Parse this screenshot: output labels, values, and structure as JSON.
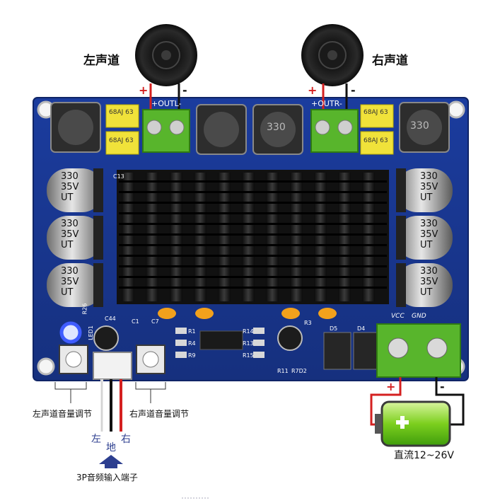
{
  "speakers": {
    "left_label": "左声道",
    "right_label": "右声道",
    "left_plus": "+",
    "left_minus": "-",
    "right_plus": "+",
    "right_minus": "-"
  },
  "board": {
    "out_left": "+OUTL-",
    "out_right": "+OUTR-",
    "inductor_text": "330",
    "cap_top": "68AJ 63",
    "cap_bottom": "68AJ 63",
    "elec_cap": [
      "330",
      "35V",
      "UT"
    ],
    "vcc": "VCC",
    "gnd": "GND",
    "resistor_labels": [
      "R1",
      "R4",
      "R9",
      "R14",
      "R13",
      "R15",
      "R3",
      "R11",
      "R7D2"
    ],
    "misc_labels": [
      "C44",
      "C1",
      "C7",
      "D5",
      "D4",
      "LED1",
      "R26",
      "C13"
    ]
  },
  "annotations": {
    "left_volume": "左声道音量调节",
    "right_volume": "右声道音量调节",
    "input_left": "左",
    "input_ground": "地",
    "input_right": "右",
    "input_port": "3P音频输入端子",
    "power_label": "直流12~26V",
    "power_plus": "+",
    "power_minus": "-"
  }
}
